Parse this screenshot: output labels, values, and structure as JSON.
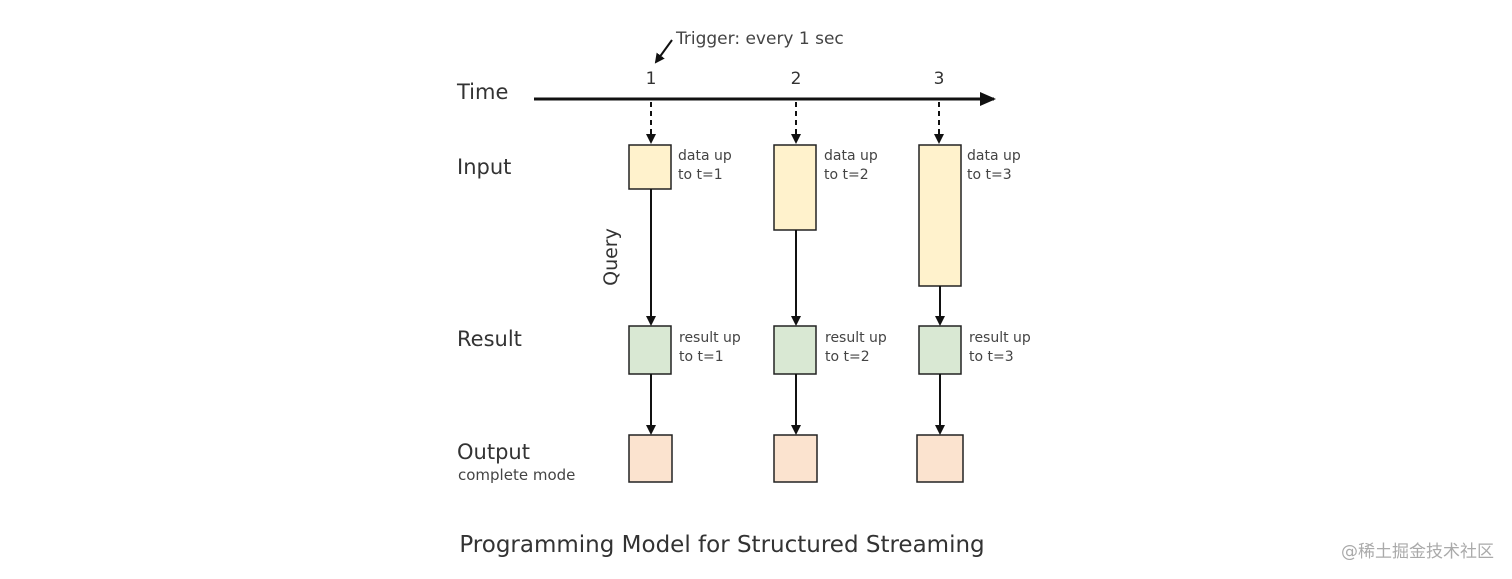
{
  "trigger_label": "Trigger: every 1 sec",
  "rows": {
    "time": "Time",
    "input": "Input",
    "result": "Result",
    "output": "Output",
    "output_mode": "complete mode"
  },
  "query_label": "Query",
  "steps": [
    {
      "tick": "1",
      "input_line1": "data up",
      "input_line2": "to t=1",
      "result_line1": "result up",
      "result_line2": "to t=1"
    },
    {
      "tick": "2",
      "input_line1": "data up",
      "input_line2": "to t=2",
      "result_line1": "result up",
      "result_line2": "to t=2"
    },
    {
      "tick": "3",
      "input_line1": "data up",
      "input_line2": "to t=3",
      "result_line1": "result up",
      "result_line2": "to t=3"
    }
  ],
  "caption": "Programming Model for Structured Streaming",
  "watermark": "@稀土掘金技术社区",
  "colors": {
    "input_fill": "#fff2cc",
    "result_fill": "#d9e8d3",
    "output_fill": "#fbe3cf",
    "line": "#111111"
  }
}
